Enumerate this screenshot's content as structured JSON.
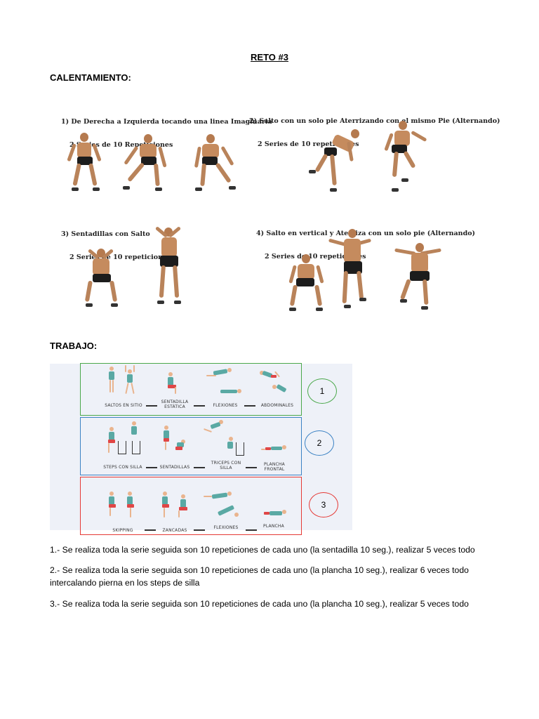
{
  "document": {
    "title": "RETO #3",
    "warmup_heading": "CALENTAMIENTO:",
    "work_heading": "TRABAJO:"
  },
  "warmup": [
    {
      "number": "1)",
      "line1": "1) De Derecha a Izquierda tocando una linea Imaginaria",
      "line2": "2 Series de 10 Repeticiones"
    },
    {
      "number": "2)",
      "line1": "2) Salto con un solo pie Aterrizando con el mismo Pie (Alternando)",
      "line2": "2 Series de 10 repeticiones"
    },
    {
      "number": "3)",
      "line1": "3) Sentadillas con Salto",
      "line2": "2 Series de 10 repeticiones"
    },
    {
      "number": "4)",
      "line1": "4) Salto en vertical y Aterriza con un solo pie (Alternando)",
      "line2": "2 Series de 10 repeticiones"
    }
  ],
  "circuits": [
    {
      "badge": "1",
      "color": "#4aa84a",
      "exercises": [
        "SALTOS EN SITIO",
        "SENTADILLA ESTÁTICA",
        "FLEXIONES",
        "ABDOMINALES"
      ]
    },
    {
      "badge": "2",
      "color": "#3b82c4",
      "exercises": [
        "STEPS CON SILLA",
        "SENTADILLAS",
        "TRICEPS CON SILLA",
        "PLANCHA FRONTAL"
      ]
    },
    {
      "badge": "3",
      "color": "#e53935",
      "exercises": [
        "SKIPPING",
        "ZANCADAS",
        "FLEXIONES",
        "PLANCHA"
      ]
    }
  ],
  "notes": [
    "1.- Se realiza toda la serie seguida son 10 repeticiones de cada uno (la sentadilla 10 seg.), realizar 5 veces todo",
    "2.- Se realiza toda la serie seguida son 10 repeticiones de cada uno (la plancha 10 seg.), realizar 6 veces todo intercalando pierna en los steps de silla",
    "3.- Se realiza toda la serie seguida son 10 repeticiones de cada uno (la plancha 10 seg.), realizar 5 veces todo"
  ]
}
